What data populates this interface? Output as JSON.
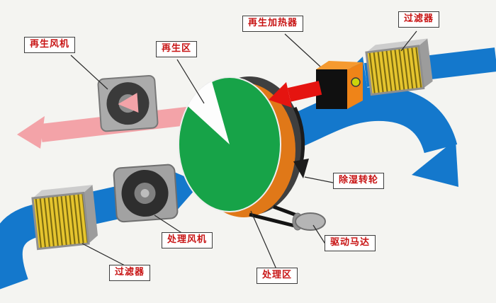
{
  "diagram": {
    "labels": {
      "regen_fan": "再生风机",
      "regen_zone": "再生区",
      "regen_heater": "再生加热器",
      "filter_top": "过滤器",
      "rotor": "除湿转轮",
      "drive_motor": "驱动马达",
      "process_fan": "处理风机",
      "process_zone": "处理区",
      "filter_bottom": "过滤器"
    },
    "colors": {
      "process_air": "#1478cc",
      "regen_exhaust": "#f3a3a8",
      "hot_air": "#e51410",
      "rotor_face": "#17a348",
      "heater_body": "#ef8418",
      "filter": "#e6c52e",
      "label_text": "#c81414",
      "background": "#f4f4f1"
    }
  }
}
